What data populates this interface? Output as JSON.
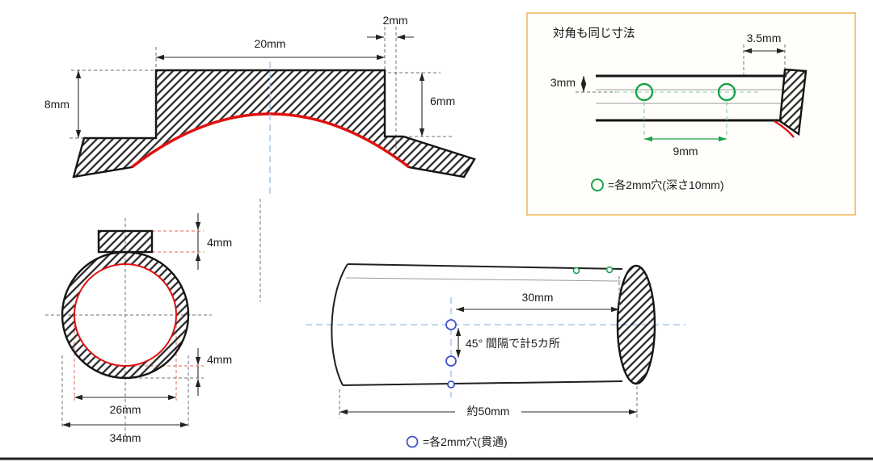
{
  "page": {
    "background": "#ffffff"
  },
  "colors": {
    "outline": "#1a1a1a",
    "red": "#e01010",
    "green": "#1aa24b",
    "blue": "#4152c8",
    "light_blue_centerline": "#9bbfe8",
    "green_centerline": "#7ecba4",
    "panel_border": "#f2b45a"
  },
  "views": {
    "saddle_section": {
      "dims": {
        "top_width": "20mm",
        "edge_lip": "2mm",
        "left_height": "8mm",
        "right_height": "6mm"
      }
    },
    "corner_panel": {
      "title": "対角も同じ寸法",
      "dims": {
        "edge_to_hole": "3.5mm",
        "top_to_hole": "3mm",
        "hole_pitch": "9mm"
      },
      "legend_text": "=各2mm穴(深さ10mm)"
    },
    "ring_section": {
      "dims": {
        "tab_height": "4mm",
        "wall_thickness": "4mm",
        "inner_diameter": "26mm",
        "outer_diameter": "34mm"
      }
    },
    "cylinder": {
      "dims": {
        "hole_to_end": "30mm",
        "overall_length": "約50mm"
      },
      "note": "45° 間隔で計5カ所",
      "legend_text": "=各2mm穴(貫通)"
    }
  }
}
